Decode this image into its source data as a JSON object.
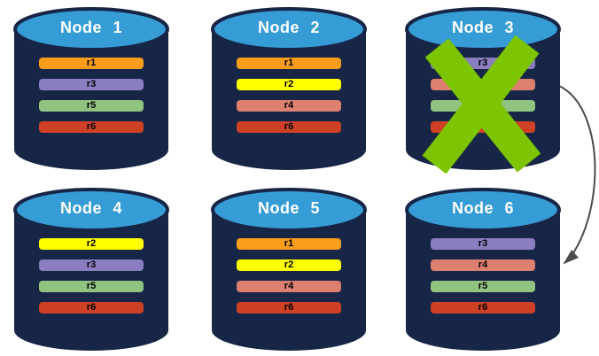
{
  "colors": {
    "background": "#ffffff",
    "cylinder_body": "#172647",
    "cylinder_top": "#369cd6",
    "cylinder_border": "#172647",
    "title_text": "#ffffff",
    "bar_text": "#000000",
    "cross": "#7cc500",
    "arrow": "#4a4a4a",
    "replica_colors": {
      "r1": "#f99d1b",
      "r2": "#ffff00",
      "r3": "#8a7ec0",
      "r4": "#dd8070",
      "r5": "#90c280",
      "r6": "#ce4125"
    }
  },
  "nodes": [
    {
      "title": "Node 1",
      "replicas": [
        "r1",
        "r3",
        "r5",
        "r6"
      ],
      "failed": false
    },
    {
      "title": "Node 2",
      "replicas": [
        "r1",
        "r2",
        "r4",
        "r6"
      ],
      "failed": false
    },
    {
      "title": "Node 3",
      "replicas": [
        "r3",
        "r4",
        "r5",
        "r6"
      ],
      "failed": true
    },
    {
      "title": "Node 4",
      "replicas": [
        "r2",
        "r3",
        "r5",
        "r6"
      ],
      "failed": false
    },
    {
      "title": "Node 5",
      "replicas": [
        "r1",
        "r2",
        "r4",
        "r6"
      ],
      "failed": false
    },
    {
      "title": "Node 6",
      "replicas": [
        "r3",
        "r4",
        "r5",
        "r6"
      ],
      "failed": false
    }
  ],
  "arrow": {
    "from": "Node 3",
    "to": "Node 6"
  }
}
